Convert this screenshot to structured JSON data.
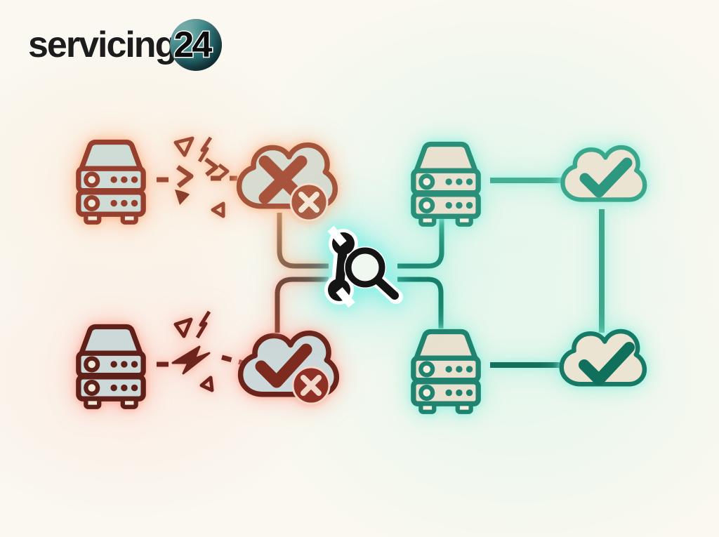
{
  "logo": {
    "text": "servicing",
    "badge": "24"
  },
  "palette": {
    "background": "#faf8f0",
    "error_rust": "#9a4a36",
    "error_rust_light": "#a5543c",
    "error_maroon": "#6d241c",
    "success_teal": "#2a8f79",
    "success_teal_dark": "#15705e",
    "connector_brown": "#5c4a40",
    "tool_ink": "#141414",
    "glow_warm": "#ffbe96",
    "glow_cool": "#8ceede",
    "cloud_fill_left_top": "#d7dbd0",
    "cloud_fill_left_bottom": "#ccd8d9",
    "cloud_fill_right": "#ece4d2",
    "server_fill_left": "#cfdcd6",
    "server_fill_right": "#e9e1d0",
    "badge_fill_top": "#ad5a40",
    "badge_fill_bottom": "#8e3026",
    "logo_ball_teal": "#143f46"
  },
  "icons": {
    "logo_badge": "globe-24-badge",
    "server_error_top": "rack-server-icon",
    "broken_link_top": "broken-connection-shatter-icon",
    "cloud_error": "cloud-x-icon",
    "cloud_error_badge": "x-badge-icon",
    "server_error_bottom": "rack-server-icon",
    "broken_link_bottom": "broken-connection-shatter-icon",
    "cloud_warning": "cloud-check-icon",
    "cloud_warning_badge": "x-badge-icon",
    "repair_tool": "wrench-magnifier-icon",
    "server_ok_top": "rack-server-icon",
    "cloud_ok_top": "cloud-check-icon",
    "server_ok_bottom": "rack-server-icon",
    "cloud_ok_bottom": "cloud-check-icon"
  }
}
